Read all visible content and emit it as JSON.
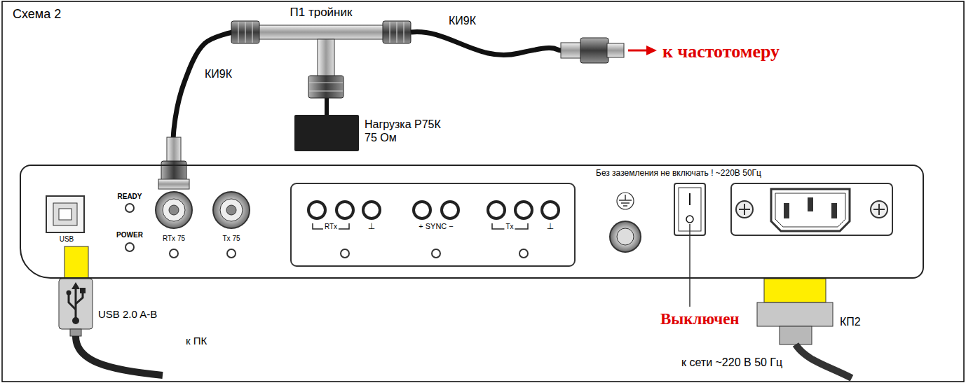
{
  "diagram": {
    "title": "Схема 2",
    "nodes": [
      {
        "text": [
          "Без заземления не включать ! ~220В 50Гц"
        ]
      },
      {
        "text": [
          "П1 тройник"
        ]
      },
      {
        "text": [
          "Нагрузка Р75К 75 Ом"
        ]
      }
    ],
    "edges": [
      {
        "from": 0,
        "to": 1,
        "arrow": "none",
        "label": "КИ9К"
      },
      {
        "from": 1,
        "to": 2,
        "arrow": "none"
      }
    ],
    "labels": [
      "КИ9К",
      "к частотомеру",
      "READY",
      "POWER",
      "USB",
      "RTx 75",
      "Tx 75",
      "RTx",
      "⊥",
      "+ SYNC −",
      "Tx",
      "⊥",
      "USB 2.0 A-B",
      "к ПК",
      "Выключен",
      "КП2",
      "к сети ~220 В 50 Гц"
    ]
  }
}
